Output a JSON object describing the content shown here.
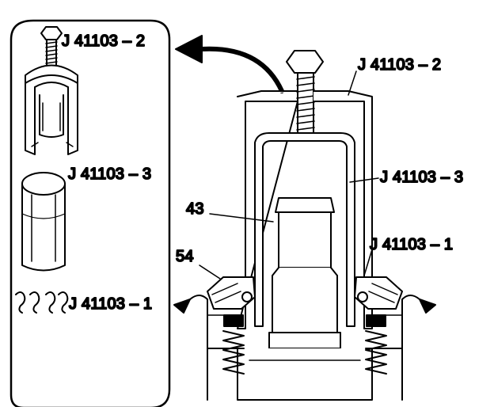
{
  "labels": {
    "inset_tool_2": "J 41103 – 2",
    "inset_tool_3": "J 41103 – 3",
    "inset_tool_1": "J 41103 – 1",
    "main_tool_2": "J 41103 – 2",
    "main_tool_3": "J 41103 – 3",
    "main_tool_1": "J 41103 – 1",
    "callout_43": "43",
    "callout_54": "54"
  },
  "colors": {
    "ink": "#000000",
    "paper": "#ffffff"
  },
  "icons": [
    "curved-arrow-icon",
    "bolt-icon",
    "spring-icon",
    "retainer-clip-icon"
  ]
}
